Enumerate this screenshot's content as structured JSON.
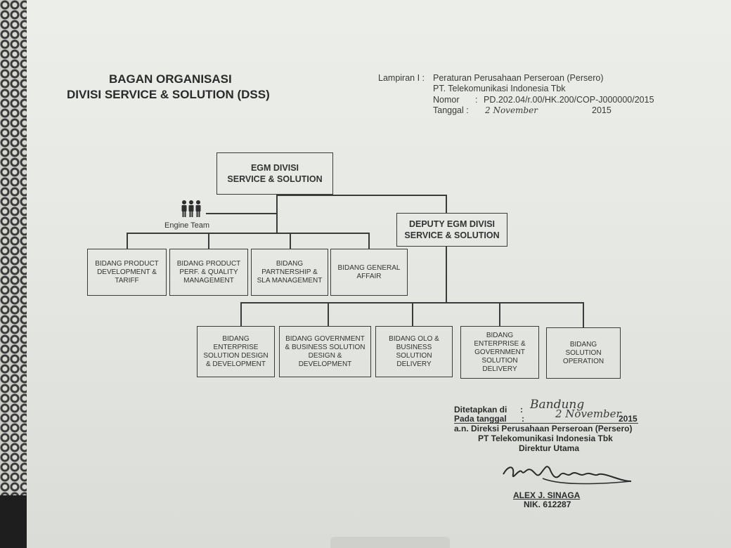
{
  "title": {
    "line1": "BAGAN ORGANISASI",
    "line2": "DIVISI SERVICE & SOLUTION (DSS)"
  },
  "attachment": {
    "lampiran_label": "Lampiran I :",
    "line1": "Peraturan Perusahaan Perseroan (Persero)",
    "line2": "PT. Telekomunikasi Indonesia Tbk",
    "nomor_label": "Nomor",
    "nomor_value": "PD.202.04/r.00/HK.200/COP-J000000/2015",
    "tanggal_label": "Tanggal :",
    "tanggal_hand": "2 November",
    "tanggal_year": "2015"
  },
  "org": {
    "top": "EGM DIVISI\nSERVICE & SOLUTION",
    "deputy": "DEPUTY EGM DIVISI\nSERVICE & SOLUTION",
    "engine_team": "Engine Team",
    "row1": [
      "BIDANG PRODUCT\nDEVELOPMENT &\nTARIFF",
      "BIDANG PRODUCT\nPERF. & QUALITY\nMANAGEMENT",
      "BIDANG\nPARTNERSHIP &\nSLA MANAGEMENT",
      "BIDANG GENERAL\nAFFAIR"
    ],
    "row2": [
      "BIDANG\nENTERPRISE\nSOLUTION DESIGN\n& DEVELOPMENT",
      "BIDANG GOVERNMENT\n& BUSINESS SOLUTION\nDESIGN &\nDEVELOPMENT",
      "BIDANG OLO &\nBUSINESS\nSOLUTION\nDELIVERY",
      "BIDANG\nENTERPRISE &\nGOVERNMENT\nSOLUTION\nDELIVERY",
      "BIDANG\nSOLUTION\nOPERATION"
    ]
  },
  "signature": {
    "ditetapkan_label": "Ditetapkan di",
    "colon": ":",
    "ditetapkan_value": "Bandung",
    "pada_label": "Pada tanggal",
    "pada_value": "2 November",
    "pada_year": "2015",
    "line1": "a.n. Direksi Perusahaan Perseroan (Persero)",
    "line2": "PT Telekomunikasi Indonesia Tbk",
    "line3": "Direktur Utama",
    "name": "ALEX J. SINAGA",
    "nik": "NIK. 612287"
  }
}
